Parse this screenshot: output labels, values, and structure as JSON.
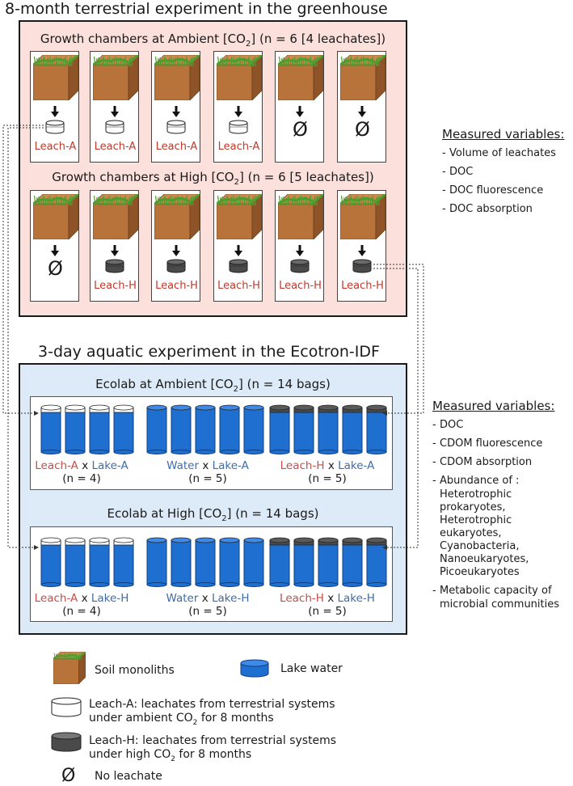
{
  "terrestrial": {
    "title": "8-month terrestrial experiment in the greenhouse",
    "ambient_title_pre": "Growth chambers at Ambient [CO",
    "ambient_title_sub": "2",
    "ambient_title_post": "] (n = 6 [4 leachates])",
    "high_title_pre": "Growth chambers at High [CO",
    "high_title_sub": "2",
    "high_title_post": "] (n = 6 [5 leachates])",
    "ambient_labels": [
      "Leach-A",
      "Leach-A",
      "Leach-A",
      "Leach-A",
      "",
      ""
    ],
    "high_labels": [
      "",
      "Leach-H",
      "Leach-H",
      "Leach-H",
      "Leach-H",
      "Leach-H"
    ],
    "no_leachate_symbol": "Ø"
  },
  "aquatic": {
    "title": "3-day aquatic experiment in the Ecotron-IDF",
    "ambient": {
      "title_pre": "Ecolab at Ambient [CO",
      "title_sub": "2",
      "title_post": "] (n = 14 bags)",
      "groups": [
        {
          "left": "Leach-A",
          "x": "x",
          "right": "Lake-A",
          "n": "(n = 4)"
        },
        {
          "left": "Water",
          "x": "x",
          "right": "Lake-A",
          "n": "(n = 5)"
        },
        {
          "left": "Leach-H",
          "x": "x",
          "right": "Lake-A",
          "n": "(n = 5)"
        }
      ]
    },
    "high": {
      "title_pre": "Ecolab at High [CO",
      "title_sub": "2",
      "title_post": "] (n = 14 bags)",
      "groups": [
        {
          "left": "Leach-A",
          "x": "x",
          "right": "Lake-H",
          "n": "(n = 4)"
        },
        {
          "left": "Water",
          "x": "x",
          "right": "Lake-H",
          "n": "(n = 5)"
        },
        {
          "left": "Leach-H",
          "x": "x",
          "right": "Lake-H",
          "n": "(n = 5)"
        }
      ]
    }
  },
  "measured_terrestrial": {
    "heading": "Measured variables:",
    "items": [
      "Volume of leachates",
      "DOC",
      "DOC fluorescence",
      "DOC absorption"
    ]
  },
  "measured_aquatic": {
    "heading": "Measured variables:",
    "items": [
      "DOC",
      "CDOM fluorescence",
      "CDOM absorption",
      "Abundance of :",
      "Metabolic capacity of microbial communities"
    ],
    "abundance_sub": [
      "Heterotrophic prokaryotes,",
      "Heterotrophic eukaryotes,",
      "Cyanobacteria,",
      "Nanoeukaryotes,",
      "Picoeukaryotes"
    ]
  },
  "legend": {
    "soil": "Soil monoliths",
    "lake": "Lake water",
    "leach_a_l1": "Leach-A: leachates from terrestrial systems",
    "leach_a_l2_pre": "under ambient CO",
    "leach_a_l2_sub": "2",
    "leach_a_l2_post": " for 8 months",
    "leach_h_l1": "Leach-H: leachates from terrestrial systems",
    "leach_h_l2_pre": "under high CO",
    "leach_h_l2_sub": "2",
    "leach_h_l2_post": " for 8 months",
    "none_symbol": "Ø",
    "none": "No leachate"
  },
  "colors": {
    "soil": "#b8733a",
    "soil_side": "#8e5326",
    "soil_top": "#cd8a4e",
    "grass": "#4f9d2f",
    "lake": "#1f6fd1",
    "leach_h": "#4a4a4a",
    "terr_bg": "#fbe0dc",
    "aqua_bg": "#ddeaf7",
    "red_text": "#c0392b"
  }
}
